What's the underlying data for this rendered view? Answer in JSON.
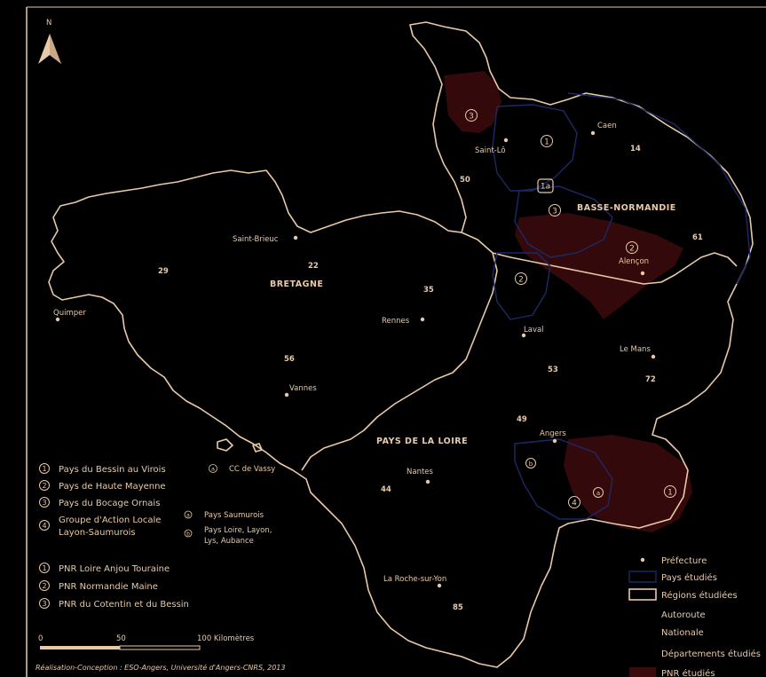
{
  "north_label": "N",
  "regions": {
    "bretagne": "BRETAGNE",
    "basse_normandie": "BASSE-NORMANDIE",
    "pays_de_la_loire": "PAYS DE LA LOIRE"
  },
  "cities": {
    "caen": "Caen",
    "saint_lo": "Saint-Lô",
    "saint_brieuc": "Saint-Brieuc",
    "alencon": "Alençon",
    "quimper": "Quimper",
    "rennes": "Rennes",
    "laval": "Laval",
    "le_mans": "Le Mans",
    "vannes": "Vannes",
    "angers": "Angers",
    "nantes": "Nantes",
    "la_roche_sur_yon": "La Roche-sur-Yon"
  },
  "departments": {
    "d14": "14",
    "d50": "50",
    "d61": "61",
    "d22": "22",
    "d29": "29",
    "d35": "35",
    "d56": "56",
    "d53": "53",
    "d72": "72",
    "d49": "49",
    "d44": "44",
    "d85": "85"
  },
  "map_markers": {
    "m3_top": "3",
    "m1_top": "1",
    "m1a": "1a",
    "m3_mid": "3",
    "m2_alencon": "2",
    "m2_pays": "2",
    "m_b": "b",
    "m_a": "a",
    "m4": "4",
    "m1_pnr": "1"
  },
  "legend_pays": {
    "p1": {
      "num": "1",
      "label": "Pays du Bessin au Virois"
    },
    "p1a": {
      "num": "a",
      "label": "CC de Vassy"
    },
    "p2": {
      "num": "2",
      "label": "Pays de Haute Mayenne"
    },
    "p3": {
      "num": "3",
      "label": "Pays du Bocage Ornais"
    },
    "p4": {
      "num": "4",
      "label_line1": "Groupe d'Action Locale",
      "label_line2": "Layon-Saumurois"
    },
    "p4a": {
      "num": "a",
      "label": "Pays Saumurois"
    },
    "p4b": {
      "num": "b",
      "label_line1": "Pays Loire, Layon,",
      "label_line2": "Lys, Aubance"
    }
  },
  "legend_pnr": {
    "n1": {
      "num": "1",
      "label": "PNR Loire Anjou Touraine"
    },
    "n2": {
      "num": "2",
      "label": "PNR Normandie Maine"
    },
    "n3": {
      "num": "3",
      "label": "PNR du Cotentin et du Bessin"
    }
  },
  "legend_symbols": {
    "prefecture": "Préfecture",
    "pays": "Pays étudiés",
    "regions": "Régions étudiées",
    "autoroute": "Autoroute",
    "nationale": "Nationale",
    "departements": "Départements étudiés",
    "pnr": "PNR étudiés"
  },
  "scale": {
    "zero": "0",
    "fifty": "50",
    "hundred": "100 Kilomètres"
  },
  "credit": "Réalisation-Conception : ESO-Angers, Université d'Angers-CNRS, 2013",
  "colors": {
    "background": "#000000",
    "boundary": "#e8c9a8",
    "pays_outline": "#1b2a66",
    "pnr_fill": "#3a0a0c"
  }
}
